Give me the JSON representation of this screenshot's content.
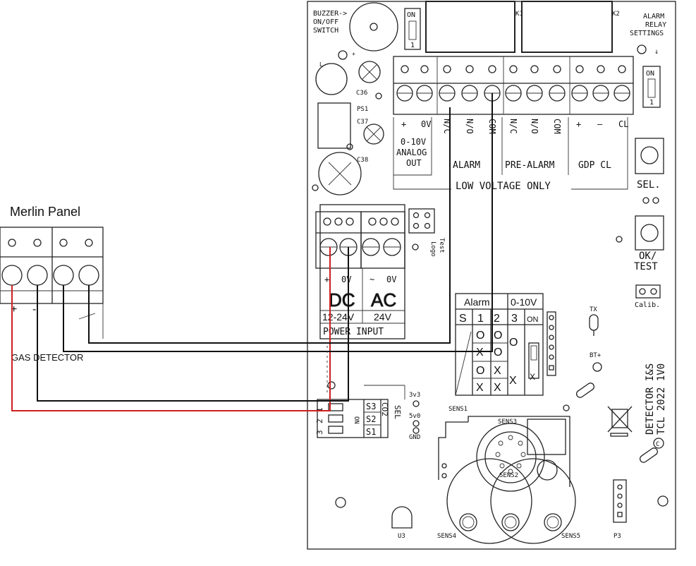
{
  "merlin_panel": {
    "title": "Merlin Panel",
    "plus": "+",
    "minus": "-"
  },
  "gas_detector_label": "GAS DETECTOR",
  "board": {
    "buzzer": "BUZZER-\nON/OFF\nSWITCH",
    "k1": "K1",
    "k2": "K2",
    "alarm_relay_settings": "ALARM\nRELAY\nSETTINGS",
    "dip_on": "ON",
    "dip_1": "1",
    "c36": "C36",
    "c37": "C37",
    "c38": "C38",
    "ps1": "PS1",
    "terminals_top": [
      "+",
      "0V",
      "N/C",
      "N/O",
      "COM",
      "N/C",
      "N/O",
      "COM",
      "+",
      "–",
      "CL"
    ],
    "analog_out": "0-10V\nANALOG\nOUT",
    "alarm": "ALARM",
    "pre_alarm": "PRE-ALARM",
    "gdp_cl": "GDP CL",
    "low_voltage_only": "LOW VOLTAGE ONLY",
    "sel_button": "SEL.",
    "ok_test_button": "OK/\nTEST",
    "calib": "Calib.",
    "logo": "Logo",
    "test": "Test",
    "power": {
      "plus": "+",
      "zero_v_dc": "0V",
      "tilde": "~",
      "zero_v_ac": "0V",
      "dc": "DC",
      "ac": "AC",
      "dc_range": "12-24V",
      "ac_range": "24V",
      "power_input": "POWER INPUT"
    },
    "relay_table": {
      "alarm": "Alarm",
      "v010": "0-10V",
      "headers": [
        "S",
        "1",
        "2",
        "3",
        "ON"
      ],
      "col1": [
        "O",
        "X",
        "O",
        "X"
      ],
      "col2": [
        "O",
        "O",
        "X",
        "X"
      ],
      "col3": [
        "O",
        "X"
      ]
    },
    "tx": "TX",
    "bt": "BT+",
    "detector_text": "DETECTOR I&S\nTCL 2022 1V0",
    "sensor_select": {
      "s3": "S3",
      "s2": "S2",
      "s1": "S1",
      "co2": "CO2",
      "sel": "SEL",
      "on": "ON",
      "nums": [
        "1",
        "2",
        "3"
      ]
    },
    "v3v3": "3v3",
    "v5v0": "5v0",
    "gnd": "GND",
    "sens1": "SENS1",
    "sens2": "SENS2",
    "sens3": "SENS3",
    "sens4": "SENS4",
    "sens5": "SENS5",
    "u3": "U3",
    "p3": "P3"
  }
}
